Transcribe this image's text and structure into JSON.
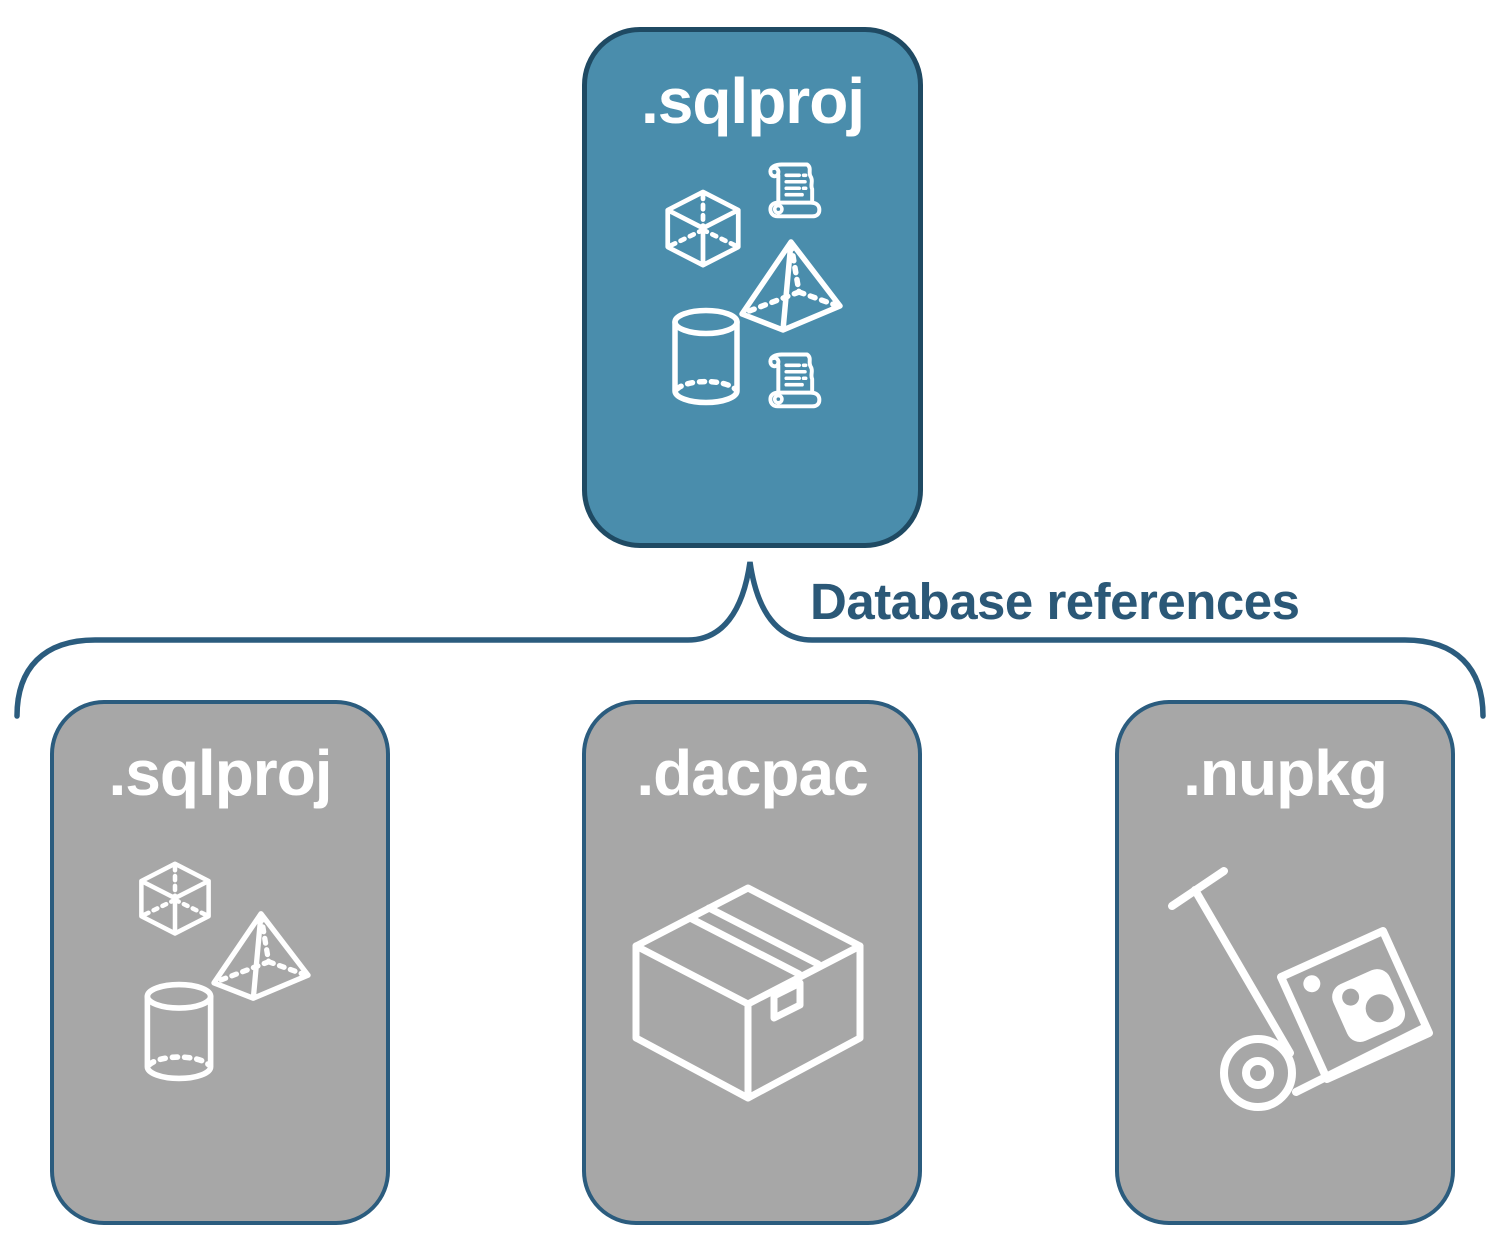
{
  "diagram": {
    "root": {
      "label": ".sqlproj",
      "icons": [
        "scroll-icon",
        "cube-icon",
        "pyramid-icon",
        "cylinder-icon",
        "scroll-icon"
      ]
    },
    "connector": {
      "label": "Database references"
    },
    "children": [
      {
        "label": ".sqlproj",
        "icons": [
          "cube-icon",
          "pyramid-icon",
          "cylinder-icon"
        ]
      },
      {
        "label": ".dacpac",
        "icons": [
          "package-box-icon"
        ]
      },
      {
        "label": ".nupkg",
        "icons": [
          "hand-truck-nuget-icon"
        ]
      }
    ],
    "colors": {
      "root_fill": "#4A8DAC",
      "root_border": "#1F4A63",
      "child_fill": "#A7A7A7",
      "child_border": "#2B5C7E",
      "line": "#2B5C7E",
      "label_text": "#2B5877",
      "icon": "#FFFFFF"
    }
  }
}
